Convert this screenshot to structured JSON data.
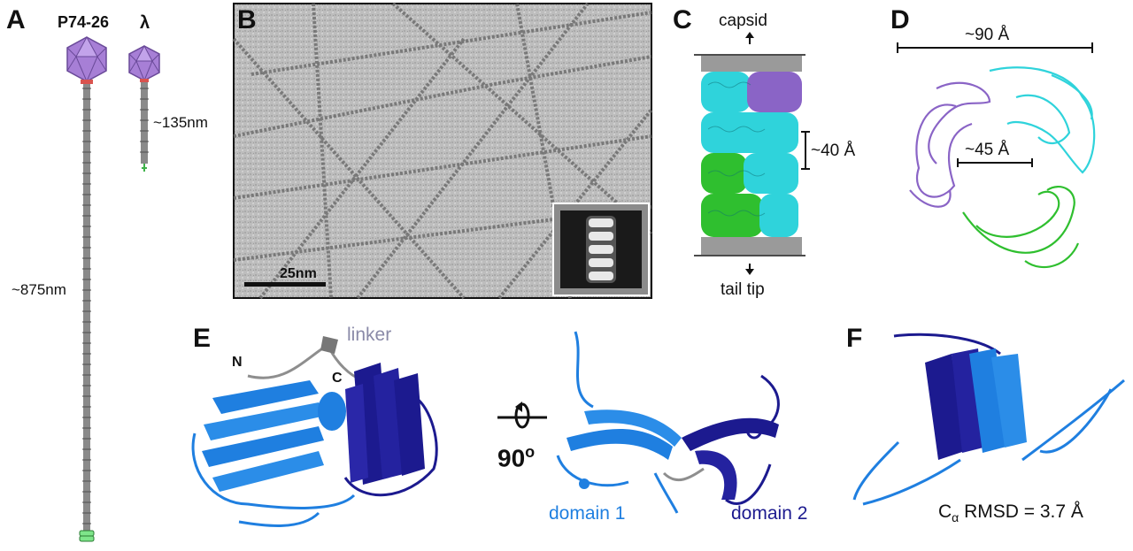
{
  "panels": {
    "a": {
      "letter": "A",
      "phage1_name": "P74-26",
      "phage2_name": "λ",
      "length1": "~875nm",
      "length2": "~135nm",
      "colors": {
        "capsid": "#a77fd6",
        "capsid_edge": "#6a4a99",
        "portal": "#d9534f",
        "tail": "#7d7d7d",
        "tip": "#7ee58a"
      }
    },
    "b": {
      "letter": "B",
      "scale_bar": "25nm"
    },
    "c": {
      "letter": "C",
      "top_label": "capsid",
      "bottom_label": "tail tip",
      "spacing": "~40 Å",
      "colors": {
        "cyan": "#2fd3db",
        "purple": "#8a64c6",
        "green": "#2fbf2f",
        "grey": "#9a9a9a"
      }
    },
    "d": {
      "letter": "D",
      "outer_diameter": "~90 Å",
      "inner_diameter": "~45 Å"
    },
    "e": {
      "letter": "E",
      "linker": "linker",
      "n_term": "N",
      "c_term": "C",
      "rotation": "90",
      "rotation_unit": "o",
      "domain1": "domain 1",
      "domain2": "domain 2",
      "colors": {
        "domain1": "#1f7fe0",
        "domain2": "#1c1a8f",
        "linker": "#8a8aa8"
      }
    },
    "f": {
      "letter": "F",
      "rmsd_prefix": "C",
      "rmsd_sub": "α",
      "rmsd_text": " RMSD = 3.7 Å"
    }
  }
}
